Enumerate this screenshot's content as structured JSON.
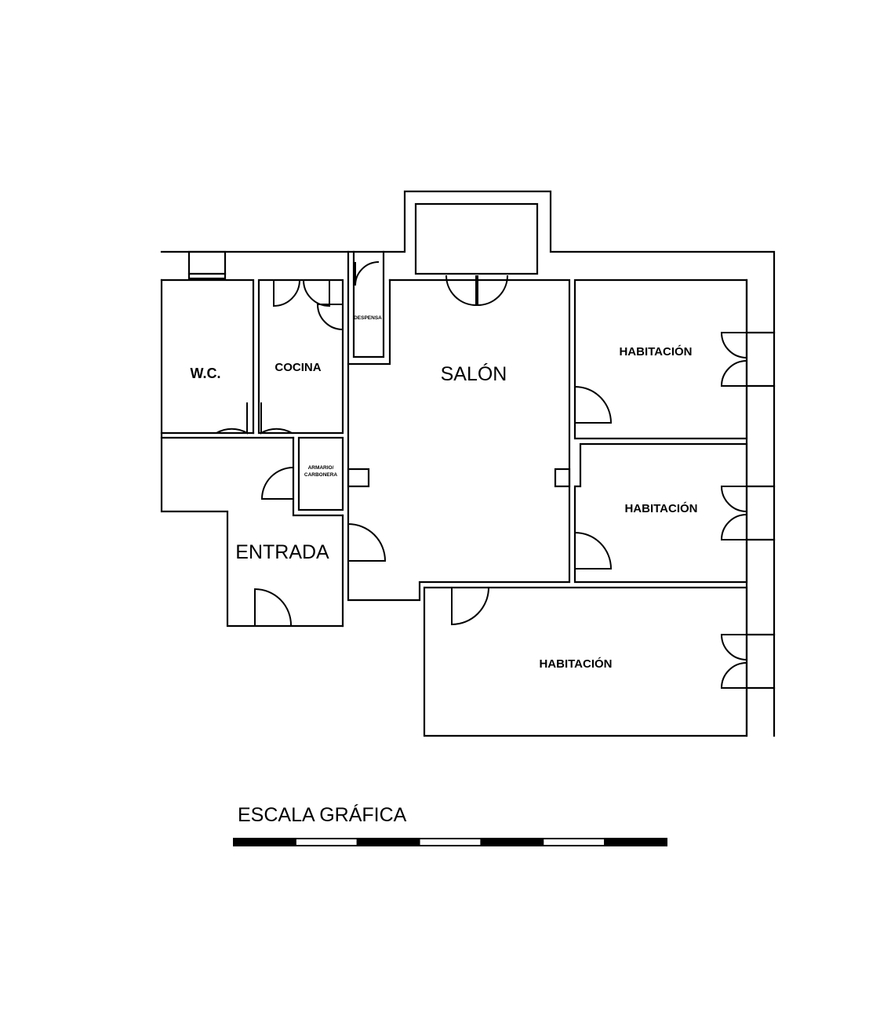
{
  "rooms": {
    "wc": "W.C.",
    "cocina": "COCINA",
    "despensa": "DESPENSA",
    "salon": "SALÓN",
    "habitacion_1": "HABITACIÓN",
    "habitacion_2": "HABITACIÓN",
    "habitacion_3": "HABITACIÓN",
    "armario_line1": "ARMARIO/",
    "armario_line2": "CARBONERA",
    "entrada": "ENTRADA"
  },
  "scale": {
    "title": "ESCALA GRÁFICA",
    "segments": 7
  }
}
